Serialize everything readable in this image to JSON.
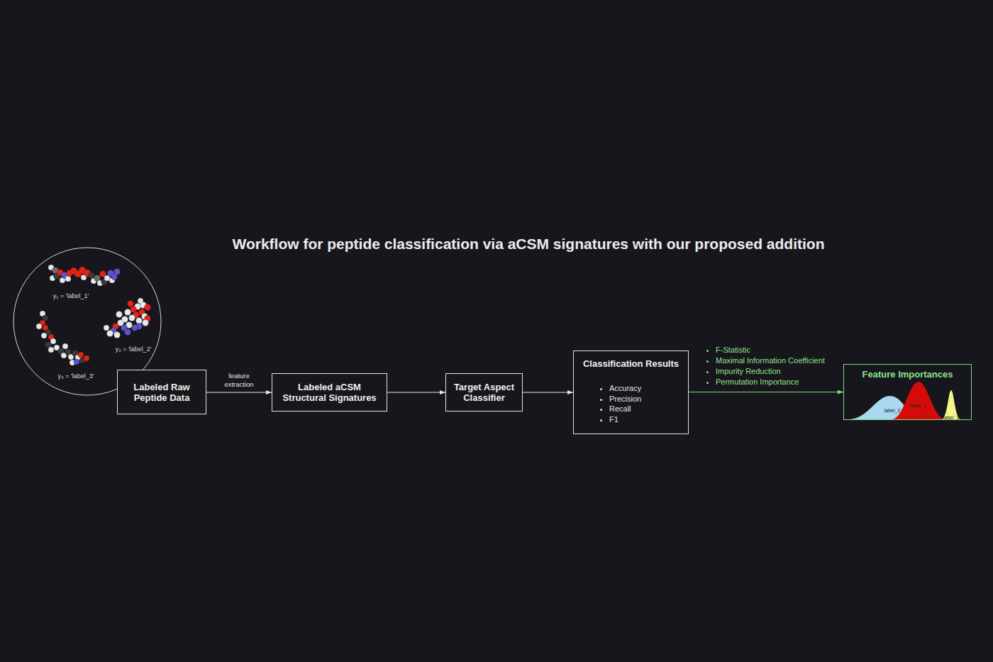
{
  "diagram": {
    "title": "Workflow for peptide classification via aCSM signatures with our proposed addition",
    "nodes": [
      {
        "text": [
          "y₁ = 'label_1'",
          "y₂ = 'label_2'",
          "y₃ = 'label_3'"
        ]
      },
      {
        "text": [
          "Labeled Raw Peptide Data"
        ]
      },
      {
        "text": [
          "Labeled aCSM Structural Signatures"
        ]
      },
      {
        "text": [
          "Target Aspect Classifier"
        ]
      },
      {
        "text": [
          "Classification Results",
          "Accuracy",
          "Precision",
          "Recall",
          "F1"
        ]
      },
      {
        "text": [
          "Feature Importances",
          "label_2",
          "label_1",
          "label_3"
        ]
      }
    ],
    "edges": [
      {
        "from": 1,
        "to": 2,
        "arrow": "to",
        "label": "feature extraction"
      },
      {
        "from": 2,
        "to": 3,
        "arrow": "to"
      },
      {
        "from": 3,
        "to": 4,
        "arrow": "to"
      },
      {
        "from": 4,
        "to": 5,
        "arrow": "to"
      }
    ],
    "labels": [
      "F-Statistic",
      "Maximal Information Coefficient",
      "Impurity Reduction",
      "Permutation Importance"
    ]
  }
}
